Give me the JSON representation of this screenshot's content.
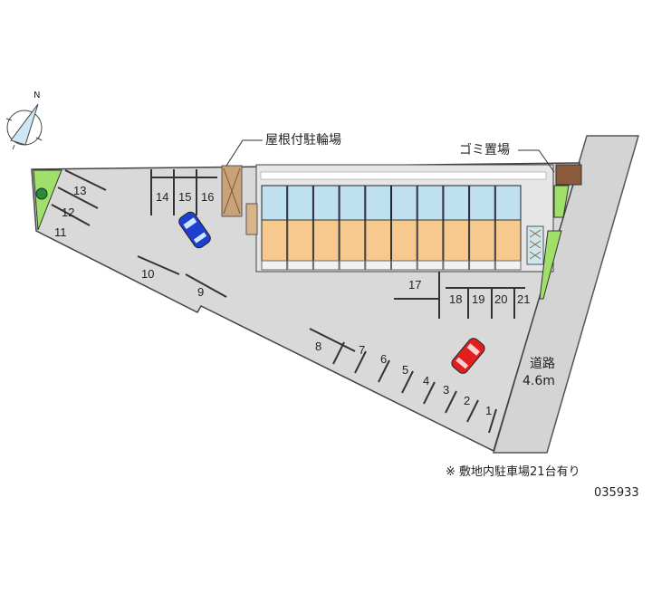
{
  "labels": {
    "bicycle_parking": "屋根付駐輪場",
    "garbage": "ゴミ置場",
    "road": "道路",
    "road_width": "4.6m",
    "footnote": "※ 敷地内駐車場21台有り",
    "property_code": "035933",
    "north": "N"
  },
  "stalls": [
    "1",
    "2",
    "3",
    "4",
    "5",
    "6",
    "7",
    "8",
    "9",
    "10",
    "11",
    "12",
    "13",
    "14",
    "15",
    "16",
    "17",
    "18",
    "19",
    "20",
    "21"
  ],
  "units_count": 10,
  "colors": {
    "lot": "#d9d9d9",
    "unit": "#f8c98f",
    "stair": "#bfe0ef",
    "green": "#9fe06a",
    "car_blue": "#1f3fd0",
    "car_red": "#e02020",
    "roof": "#c9a27a"
  }
}
